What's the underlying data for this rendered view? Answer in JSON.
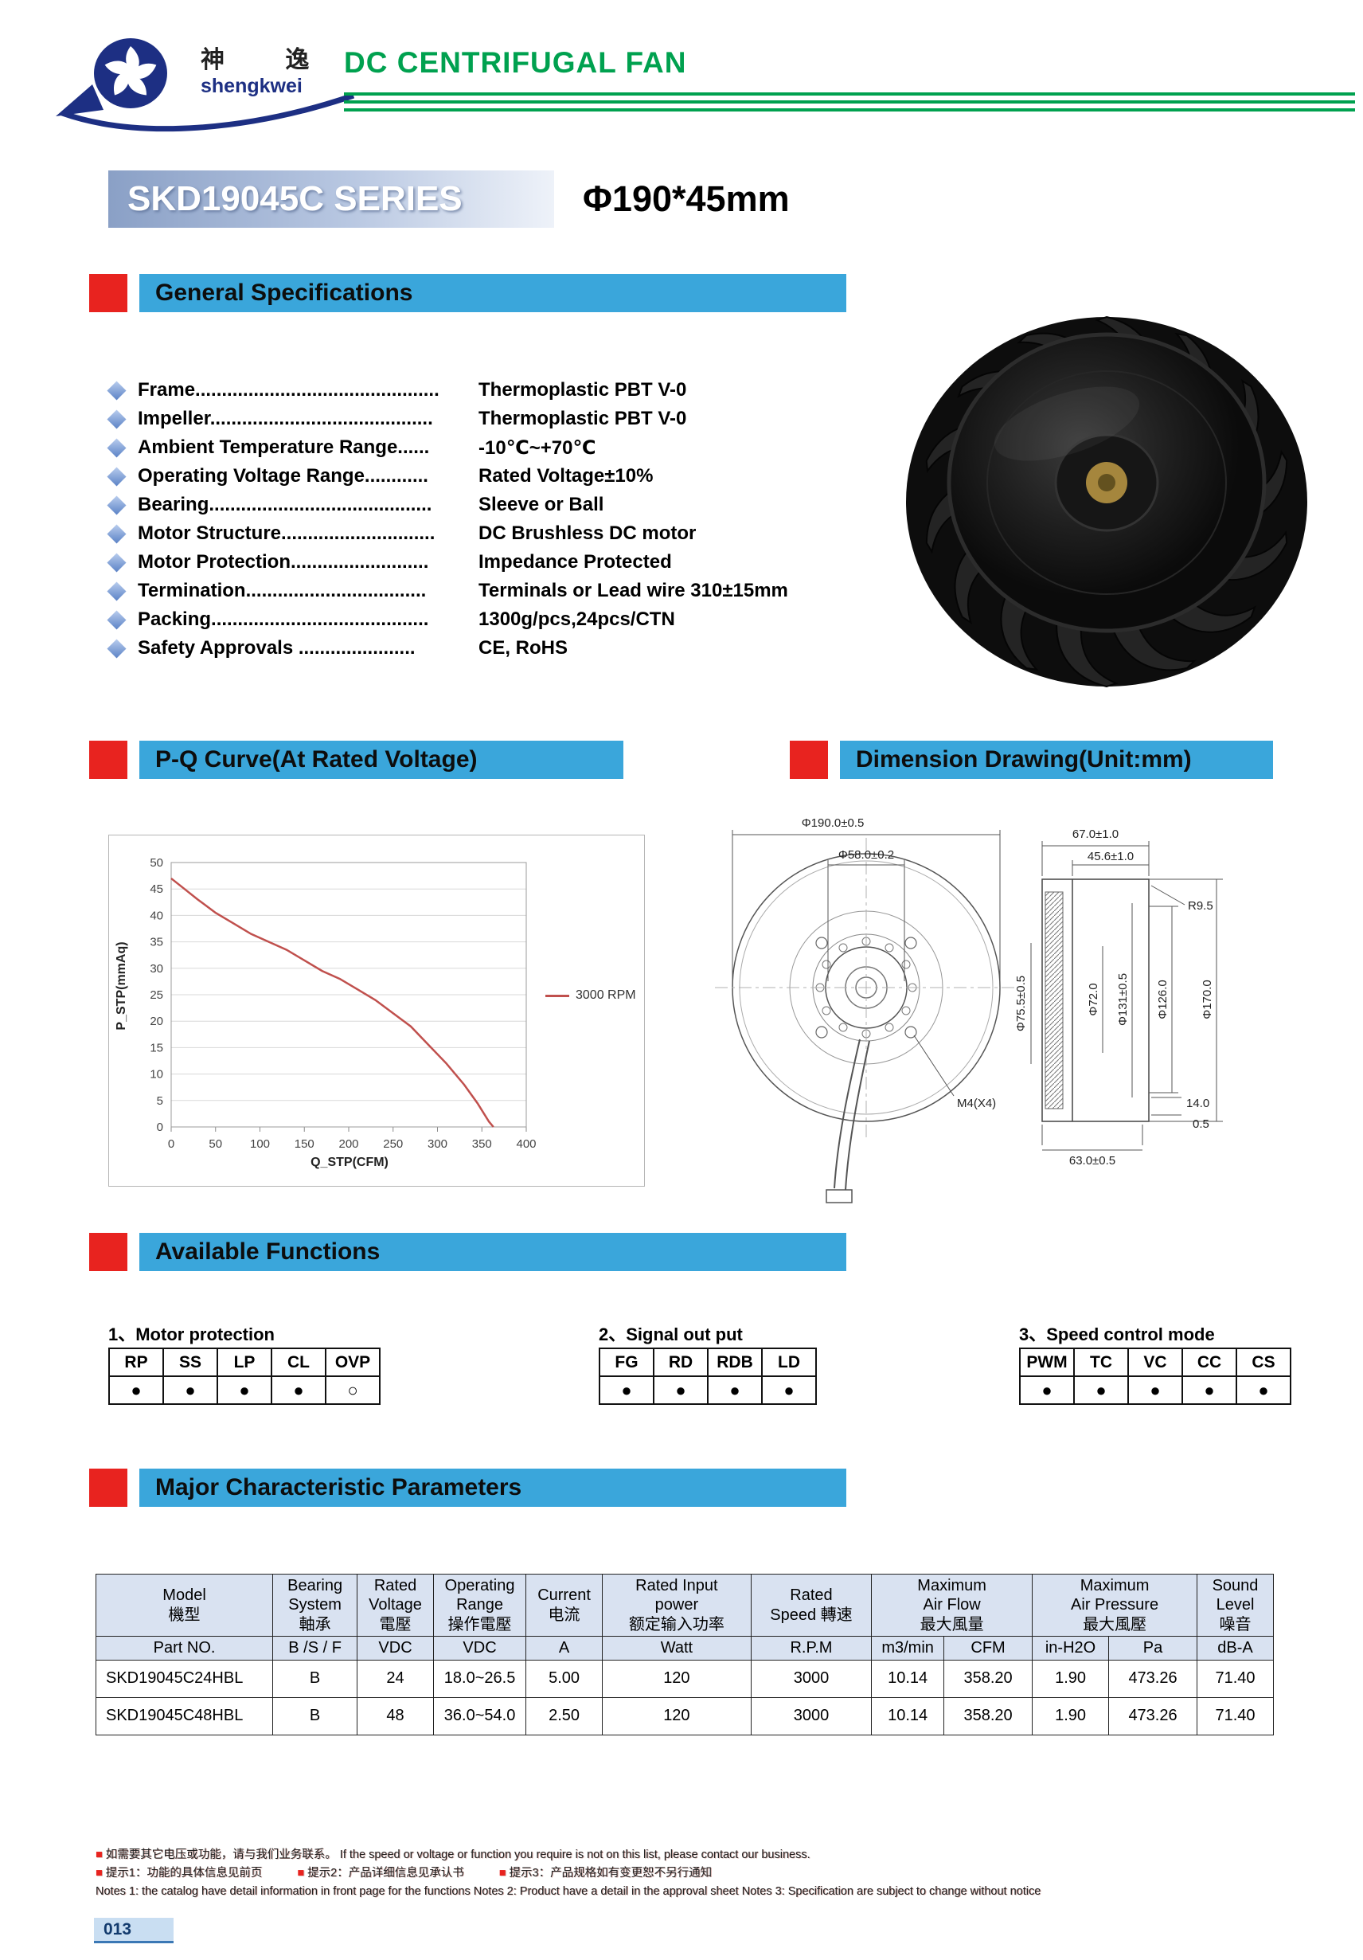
{
  "page": {
    "number": "013"
  },
  "header": {
    "logo_cn": "神 逸",
    "logo_en": "shengkwei",
    "title": "DC CENTRIFUGAL FAN"
  },
  "product": {
    "series": "SKD19045C SERIES",
    "size": "Φ190*45mm"
  },
  "sections": {
    "general": "General Specifications",
    "pq": "P-Q Curve(At Rated Voltage)",
    "dimension": "Dimension Drawing(Unit:mm)",
    "functions": "Available Functions",
    "parameters": "Major Characteristic Parameters"
  },
  "specs": [
    {
      "label": "Frame..............................................",
      "value": "Thermoplastic PBT V-0"
    },
    {
      "label": "Impeller..........................................",
      "value": "Thermoplastic PBT V-0"
    },
    {
      "label": "Ambient Temperature Range......",
      "value": "-10℃~+70℃"
    },
    {
      "label": "Operating Voltage Range............",
      "value": "Rated Voltage±10%"
    },
    {
      "label": "Bearing..........................................",
      "value": "Sleeve or Ball"
    },
    {
      "label": "Motor Structure.............................",
      "value": "DC Brushless DC motor"
    },
    {
      "label": "Motor Protection..........................",
      "value": "Impedance Protected"
    },
    {
      "label": "Termination..................................",
      "value": "Terminals or Lead wire 310±15mm"
    },
    {
      "label": "Packing.........................................",
      "value": "1300g/pcs,24pcs/CTN"
    },
    {
      "label": "Safety Approvals ......................",
      "value": "CE, RoHS"
    }
  ],
  "chart_data": {
    "type": "line",
    "title": "",
    "xlabel": "Q_STP(CFM)",
    "ylabel": "P_STP(mmAq)",
    "xlim": [
      0,
      400
    ],
    "ylim": [
      0,
      50
    ],
    "xtick": 50,
    "ytick": 5,
    "grid": "horizontal",
    "legend_position": "right",
    "series": [
      {
        "name": "3000 RPM",
        "color": "#c0504d",
        "points": [
          [
            0,
            47
          ],
          [
            15,
            45
          ],
          [
            30,
            43
          ],
          [
            50,
            40.5
          ],
          [
            70,
            38.5
          ],
          [
            90,
            36.5
          ],
          [
            110,
            35
          ],
          [
            130,
            33.5
          ],
          [
            150,
            31.5
          ],
          [
            170,
            29.5
          ],
          [
            190,
            28
          ],
          [
            210,
            26
          ],
          [
            230,
            24
          ],
          [
            250,
            21.5
          ],
          [
            270,
            19
          ],
          [
            290,
            15.5
          ],
          [
            310,
            12
          ],
          [
            330,
            8
          ],
          [
            345,
            4.5
          ],
          [
            358,
            1
          ],
          [
            363,
            0
          ]
        ]
      }
    ]
  },
  "dims": {
    "d190": "Φ190.0±0.5",
    "d58": "Φ58.0±0.2",
    "w67": "67.0±1.0",
    "w456": "45.6±1.0",
    "r95": "R9.5",
    "d755": "Φ75.5±0.5",
    "d72": "Φ72.0",
    "d131": "Φ131±0.5",
    "d126": "Φ126.0",
    "d170": "Φ170.0",
    "m4": "M4(X4)",
    "h14": "14.0",
    "h05": "0.5",
    "w63": "63.0±0.5"
  },
  "functions": {
    "groups": [
      {
        "title": "1、Motor protection",
        "cols": [
          "RP",
          "SS",
          "LP",
          "CL",
          "OVP"
        ],
        "dots": [
          "●",
          "●",
          "●",
          "●",
          "○"
        ]
      },
      {
        "title": "2、Signal out put",
        "cols": [
          "FG",
          "RD",
          "RDB",
          "LD"
        ],
        "dots": [
          "●",
          "●",
          "●",
          "●"
        ]
      },
      {
        "title": "3、Speed control mode",
        "cols": [
          "PWM",
          "TC",
          "VC",
          "CC",
          "CS"
        ],
        "dots": [
          "●",
          "●",
          "●",
          "●",
          "●"
        ]
      }
    ]
  },
  "table": {
    "headers": [
      "Model\n機型",
      "Bearing\nSystem\n軸承",
      "Rated\nVoltage\n電壓",
      "Operating\nRange\n操作電壓",
      "Current\n电流",
      "Rated Input\npower\n额定输入功率",
      "Rated\nSpeed 轉速",
      "Maximum\nAir Flow\n最大風量",
      "Maximum\nAir Pressure\n最大風壓",
      "Sound\nLevel\n噪音"
    ],
    "subheaders": [
      "Part NO.",
      "B /S / F",
      "VDC",
      "VDC",
      "A",
      "Watt",
      "R.P.M",
      "m3/min",
      "CFM",
      "in-H2O",
      "Pa",
      "dB-A"
    ],
    "rows": [
      [
        "SKD19045C24HBL",
        "B",
        "24",
        "18.0~26.5",
        "5.00",
        "120",
        "3000",
        "10.14",
        "358.20",
        "1.90",
        "473.26",
        "71.40"
      ],
      [
        "SKD19045C48HBL",
        "B",
        "48",
        "36.0~54.0",
        "2.50",
        "120",
        "3000",
        "10.14",
        "358.20",
        "1.90",
        "473.26",
        "71.40"
      ]
    ]
  },
  "notes": {
    "line1_marker": "■",
    "line1": "如需要其它电压或功能，请与我们业务联系。 If the speed or voltage or function you require is not on this list, please contact our business.",
    "line2": [
      {
        "marker": "■",
        "text": "提示1：功能的具体信息见前页"
      },
      {
        "marker": "■",
        "text": "提示2：产品详细信息见承认书"
      },
      {
        "marker": "■",
        "text": "提示3：产品规格如有变更恕不另行通知"
      }
    ],
    "line3": "Notes 1: the catalog have detail information in front page for the functions      Notes 2: Product have a detail in the approval sheet      Notes 3: Specification are subject to change without notice"
  }
}
